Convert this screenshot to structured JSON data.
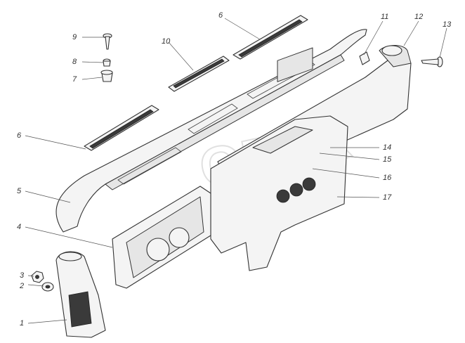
{
  "watermark": "OPEX",
  "callouts": [
    "1",
    "2",
    "3",
    "4",
    "5",
    "6",
    "6",
    "7",
    "8",
    "9",
    "10",
    "11",
    "12",
    "13",
    "14",
    "15",
    "16",
    "17"
  ]
}
